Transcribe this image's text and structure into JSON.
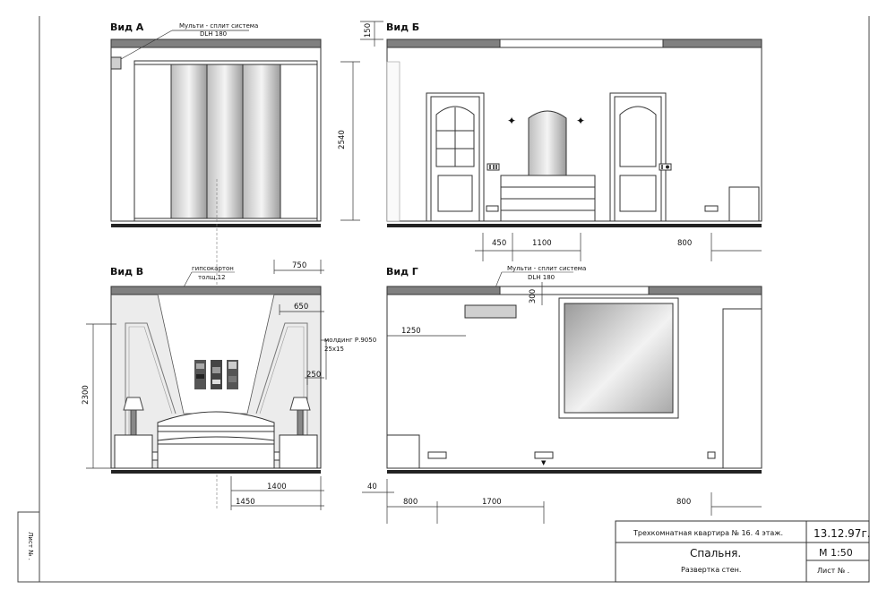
{
  "views": {
    "a": {
      "title": "Вид А",
      "ac_label": "Мульти - сплит система",
      "ac_model": "DLH 180",
      "dim_height": "2540"
    },
    "b": {
      "title": "Вид Б",
      "dim_top": "150",
      "dim_450": "450",
      "dim_1100": "1100",
      "dim_800": "800"
    },
    "c": {
      "title": "Вид В",
      "gypsum_label": "гипсокартон",
      "gypsum_thk": "толщ.12",
      "dim_750": "750",
      "dim_650": "650",
      "molding_label": "молдинг Р.9050",
      "molding_size": "25х15",
      "dim_250": "250",
      "dim_2300": "2300",
      "dim_1400": "1400",
      "dim_1450": "1450",
      "dim_40": "40"
    },
    "d": {
      "title": "Вид Г",
      "ac_label": "Мульти - сплит система",
      "ac_model": "DLH 180",
      "dim_300": "300",
      "dim_1250": "1250",
      "dim_800_left": "800",
      "dim_1700": "1700",
      "dim_800_right": "800"
    }
  },
  "title_block": {
    "project": "Трехкомнатная квартира № 16. 4 этаж.",
    "date": "13.12.97г.",
    "room": "Спальня.",
    "scale": "М 1:50",
    "description": "Развертка стен.",
    "sheet": "Лист №   ."
  },
  "margin": {
    "sheet": "Лист №  ."
  },
  "colors": {
    "line": "#222222",
    "gray_band": "#808080",
    "wall": "#f2f2f2",
    "light": "#e6e6e6"
  }
}
